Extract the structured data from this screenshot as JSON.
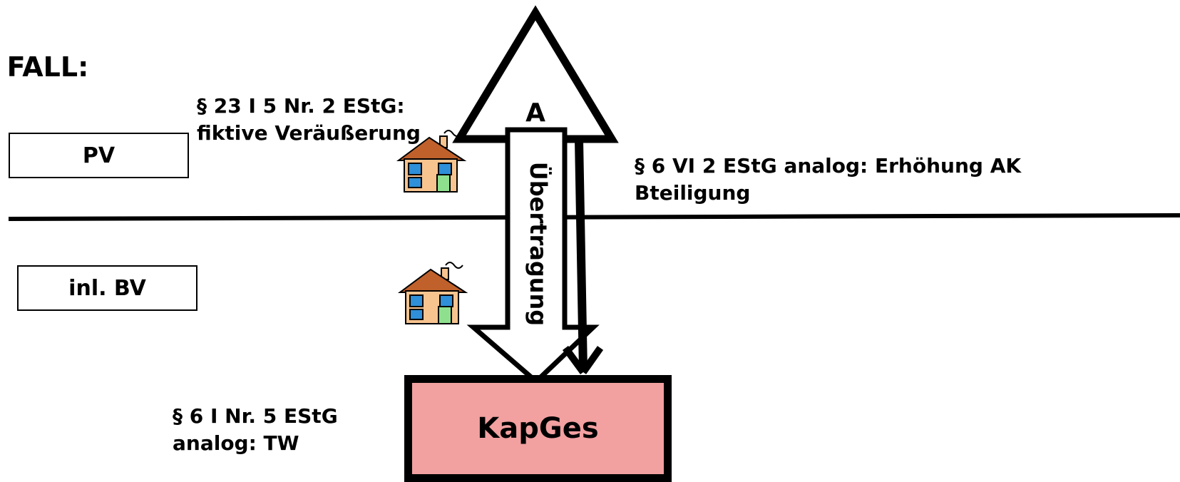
{
  "heading": "FALL:",
  "boxes": {
    "pv": "PV",
    "inl_bv": "inl. BV",
    "kapges": "KapGes"
  },
  "person_label": "A",
  "arrow_label": "Übertragung",
  "notes": {
    "p23_line1": "§ 23 I 5 Nr. 2 EStG:",
    "p23_line2": "fiktive Veräußerung",
    "p6vi_line1": "§ 6 VI 2 EStG analog: Erhöhung AK",
    "p6vi_line2": "Bteiligung",
    "p6i_line1": "§ 6 I Nr. 5 EStG",
    "p6i_line2": "analog: TW"
  },
  "icons": [
    "house-icon",
    "house-icon"
  ],
  "colors": {
    "kapges_fill": "#f2a0a0",
    "house_wall": "#f7c38f",
    "house_roof": "#c0612b",
    "house_door": "#8ee08e",
    "house_window": "#2f8fd8"
  }
}
